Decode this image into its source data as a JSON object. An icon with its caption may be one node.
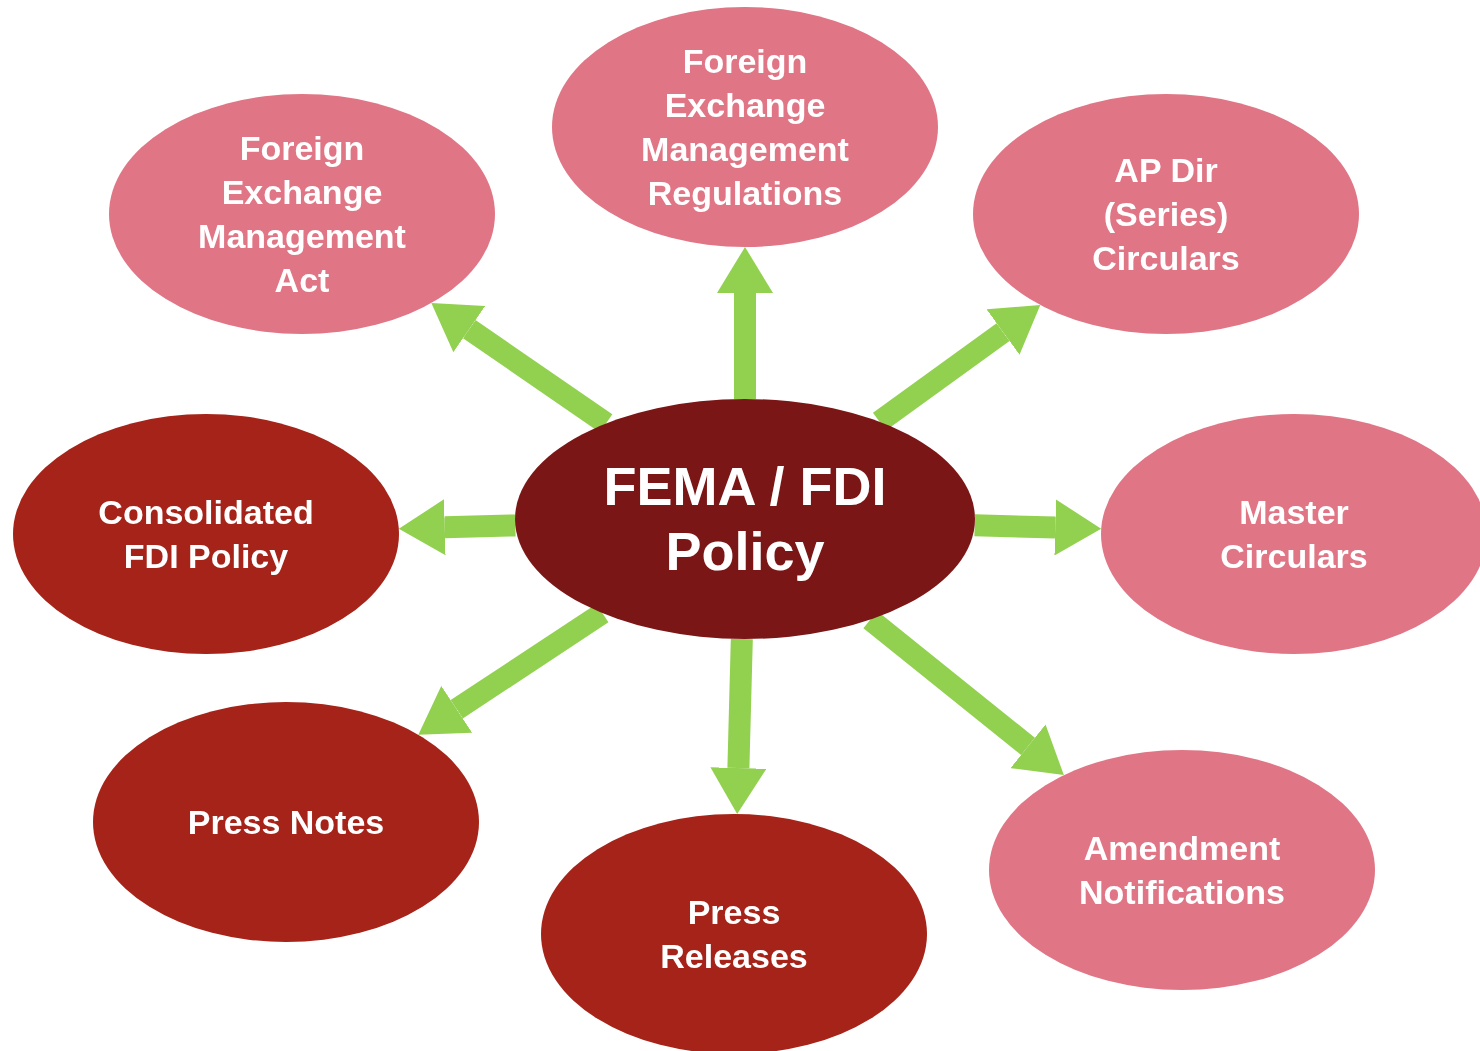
{
  "diagram": {
    "nodes": [
      {
        "text": [
          "FEMA / FDI Policy"
        ]
      },
      {
        "text": [
          "Foreign Exchange Management Regulations"
        ]
      },
      {
        "text": [
          "Foreign Exchange Management Act"
        ]
      },
      {
        "text": [
          "AP Dir (Series) Circulars"
        ]
      },
      {
        "text": [
          "Consolidated FDI Policy"
        ]
      },
      {
        "text": [
          "Master Circulars"
        ]
      },
      {
        "text": [
          "Press Notes"
        ]
      },
      {
        "text": [
          "Amendment Notifications"
        ]
      },
      {
        "text": [
          "Press Releases"
        ]
      }
    ],
    "edges": [
      {
        "from": 0,
        "to": 1,
        "arrow": "to"
      },
      {
        "from": 0,
        "to": 2,
        "arrow": "to"
      },
      {
        "from": 0,
        "to": 3,
        "arrow": "to"
      },
      {
        "from": 0,
        "to": 4,
        "arrow": "to"
      },
      {
        "from": 0,
        "to": 5,
        "arrow": "to"
      },
      {
        "from": 0,
        "to": 6,
        "arrow": "to"
      },
      {
        "from": 0,
        "to": 7,
        "arrow": "to"
      },
      {
        "from": 0,
        "to": 8,
        "arrow": "to"
      }
    ]
  }
}
